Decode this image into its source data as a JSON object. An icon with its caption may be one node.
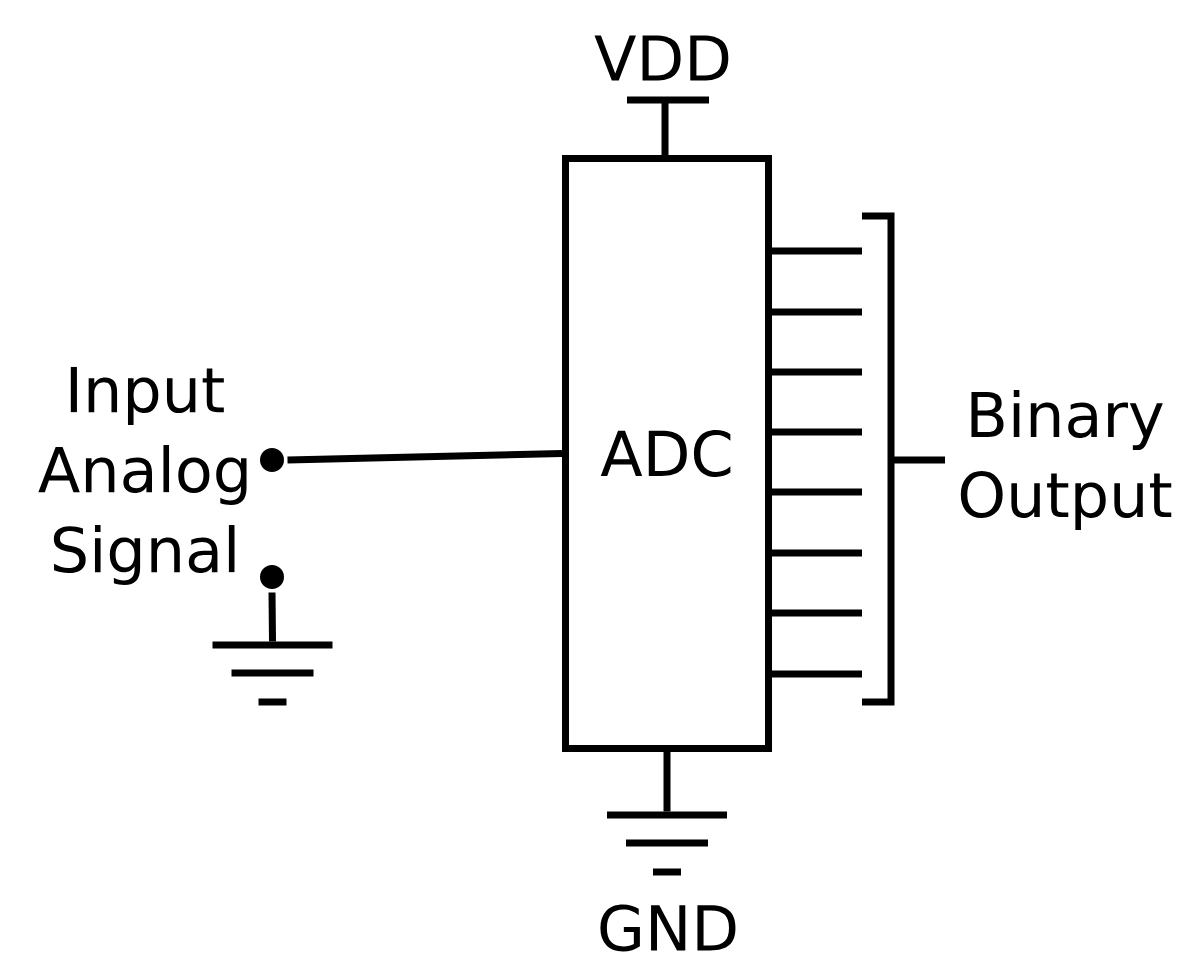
{
  "diagram": {
    "nodes": [
      {
        "text": [
          "ADC"
        ]
      },
      {
        "text": [],
        "shape": "circle"
      },
      {
        "text": [],
        "shape": "circle"
      },
      {
        "text": [],
        "shape": "ground"
      },
      {
        "text": [],
        "shape": "ground"
      }
    ],
    "edges": [
      {
        "from": 1,
        "to": 0,
        "arrow": "none"
      },
      {
        "from": 2,
        "to": 3,
        "arrow": "none"
      },
      {
        "from": 0,
        "to": 4,
        "arrow": "none"
      }
    ],
    "labels": [
      "VDD",
      "Input Analog Signal",
      "Binary Output",
      "GND"
    ]
  }
}
